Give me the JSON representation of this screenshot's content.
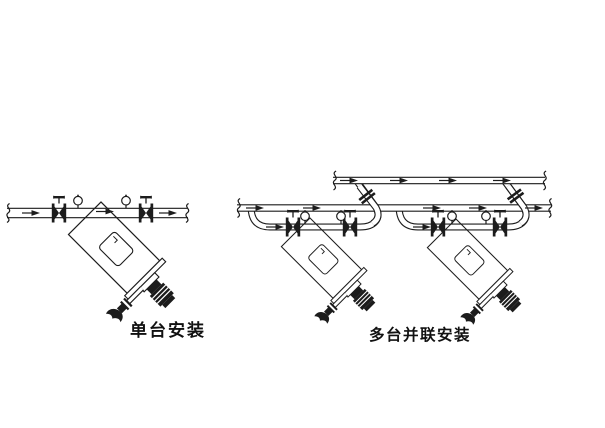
{
  "page": {
    "background": "#ffffff",
    "line_color": "#1c1c1c",
    "text_color": "#111111"
  },
  "diagrams": {
    "single": {
      "label": "单台安装",
      "components": [
        "pipe-break-icon",
        "flow-arrow-icon",
        "shutoff-valve-icon",
        "pressure-gauge-icon",
        "filter-unit",
        "motor-icon",
        "drain-valve-icon"
      ]
    },
    "parallel": {
      "label": "多台并联安装",
      "components": [
        "inlet-header-pipe",
        "outlet-header-pipe",
        "branch-loop",
        "shutoff-valve-icon",
        "pressure-gauge-icon",
        "filter-unit",
        "riser-flange-icon",
        "flow-arrow-icon",
        "pipe-break-icon"
      ]
    }
  }
}
